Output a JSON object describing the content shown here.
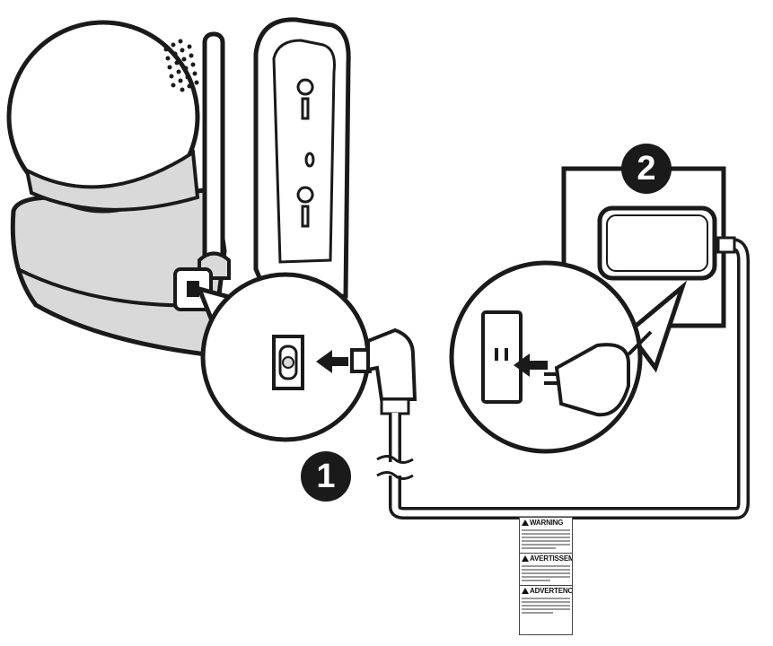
{
  "steps": [
    {
      "number": "1",
      "description": ""
    },
    {
      "number": "2",
      "description": ""
    }
  ],
  "warning_label": {
    "sections": [
      {
        "heading": "WARNING",
        "lines": 6
      },
      {
        "heading": "AVERTISSEMENT",
        "lines": 5
      },
      {
        "heading": "ADVERTENCIA",
        "lines": 5
      }
    ]
  },
  "colors": {
    "ink": "#1a1a1a",
    "fill": "#ffffff",
    "shade": "#d9d9d9"
  },
  "icons": [
    "camera-body",
    "antenna",
    "wall-mount-bracket",
    "dc-jack",
    "power-plug",
    "wall-outlet",
    "power-adapter",
    "warning-triangle"
  ]
}
